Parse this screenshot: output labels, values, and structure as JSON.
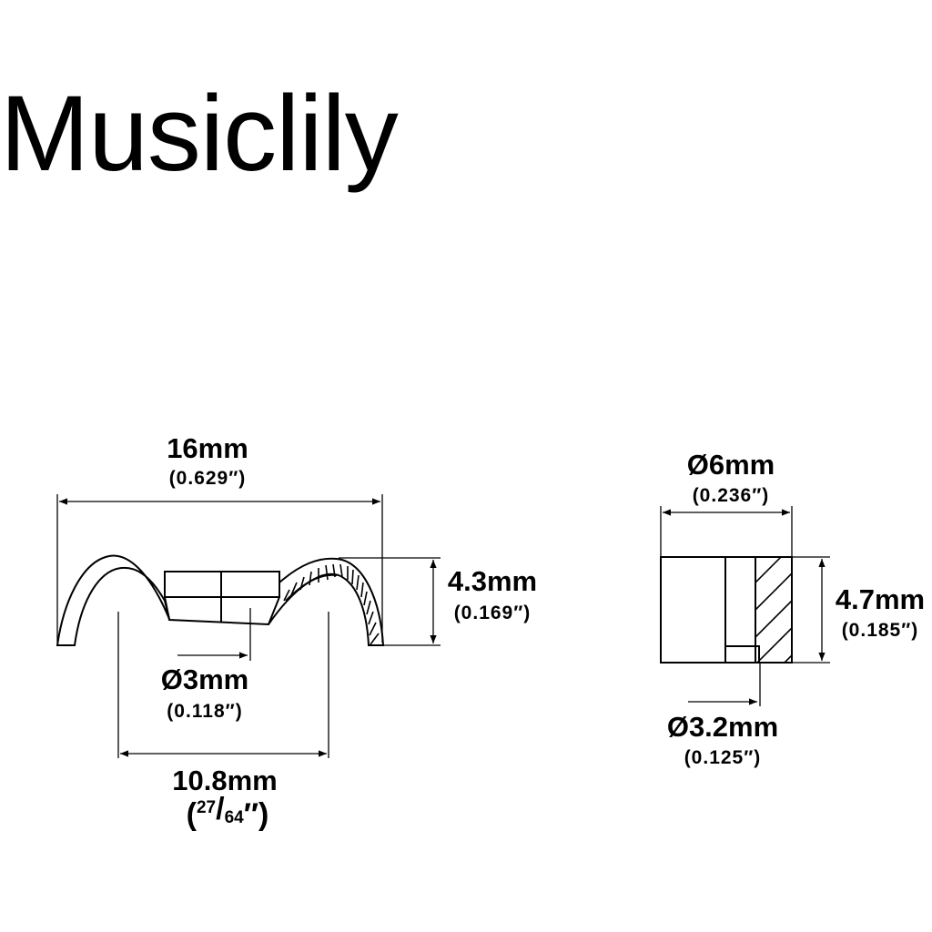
{
  "brand": "Musiclily",
  "colors": {
    "ink": "#000000",
    "background": "#ffffff"
  },
  "saddle": {
    "width_mm": "16mm",
    "width_in": "(0.629″)",
    "height_mm": "4.3mm",
    "height_in": "(0.169″)",
    "hole_mm": "Ø3mm",
    "hole_in": "(0.118″)",
    "span_mm": "10.8mm",
    "span_fraction": {
      "open": "(",
      "numerator": "27",
      "slash": "/",
      "denominator": "64",
      "close": "″)"
    }
  },
  "spacer": {
    "diameter_mm": "Ø6mm",
    "diameter_in": "(0.236″)",
    "height_mm": "4.7mm",
    "height_in": "(0.185″)",
    "bore_mm": "Ø3.2mm",
    "bore_in": "(0.125″)"
  }
}
